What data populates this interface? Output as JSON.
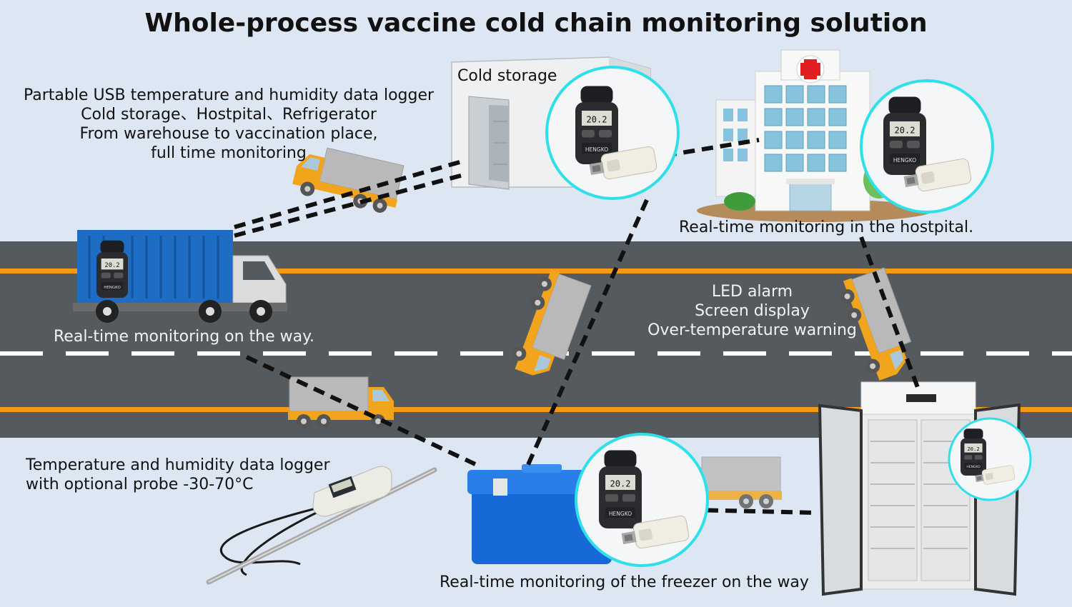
{
  "title": "Whole-process vaccine cold chain monitoring solution",
  "cold_storage_label": "Cold storage",
  "usb_logger_text": [
    "Partable USB temperature and humidity data logger",
    "Cold storage、Hostpital、Refrigerator",
    "From warehouse to vaccination place,",
    "full time monitoring"
  ],
  "hospital_label": "Real-time monitoring in the hostpital.",
  "on_the_way_label": "Real-time monitoring on the way.",
  "features": [
    "LED alarm",
    "Screen display",
    "Over-temperature warning"
  ],
  "probe_logger_text": [
    "Temperature and humidity data logger",
    "with optional probe -30-70°C"
  ],
  "freezer_label": "Real-time monitoring of the freezer on the way",
  "logger_brand": "HENGKO",
  "logger_readings": [
    "20.2",
    "20.2",
    "20.2",
    "20.2"
  ],
  "colors": {
    "background": "#dde7f3",
    "road": "#555a5e",
    "lane_orange": "#f29a13",
    "lane_white": "#ffffff",
    "highlight_circle": "#2fe0ea",
    "truck_orange": "#f2a51c",
    "cargo_grey": "#b9b9b9",
    "container_blue": "#1f6cc4",
    "cooler_blue": "#1769d8",
    "hospital_cross": "#e02020"
  }
}
